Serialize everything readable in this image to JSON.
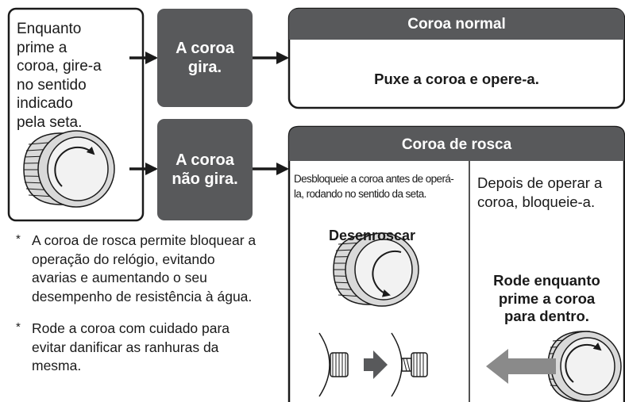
{
  "intro_text": [
    "Enquanto",
    "prime a",
    "coroa, gire-a",
    "no sentido",
    "indicado",
    "pela seta."
  ],
  "box_turns": [
    "A coroa",
    "gira."
  ],
  "box_not_turns": [
    "A coroa",
    "não gira."
  ],
  "normal": {
    "title": "Coroa normal",
    "instruction": "Puxe a coroa e opere-a."
  },
  "screw": {
    "title": "Coroa de rosca",
    "left_text": [
      "Desbloqueie a coroa antes de operá-",
      "la, rodando no sentido da seta."
    ],
    "unscrew_label": "Desenroscar",
    "right_text": [
      "Depois de operar a",
      "coroa, bloqueie-a."
    ],
    "push_label": [
      "Rode enquanto",
      "prime a coroa",
      "para dentro."
    ]
  },
  "notes": [
    {
      "marker": "*",
      "lines": [
        "A coroa de rosca permite bloquear a",
        "operação do relógio, evitando",
        "avarias e aumentando o seu",
        "desempenho de resistência à água."
      ]
    },
    {
      "marker": "*",
      "lines": [
        "Rode a coroa com cuidado para",
        "evitar danificar as ranhuras da",
        "mesma."
      ]
    }
  ],
  "colors": {
    "dark_gray": "#58595b",
    "mid_gray": "#8a8a8a",
    "light_gray": "#b3b3b3",
    "outline": "#1a1a1a"
  }
}
